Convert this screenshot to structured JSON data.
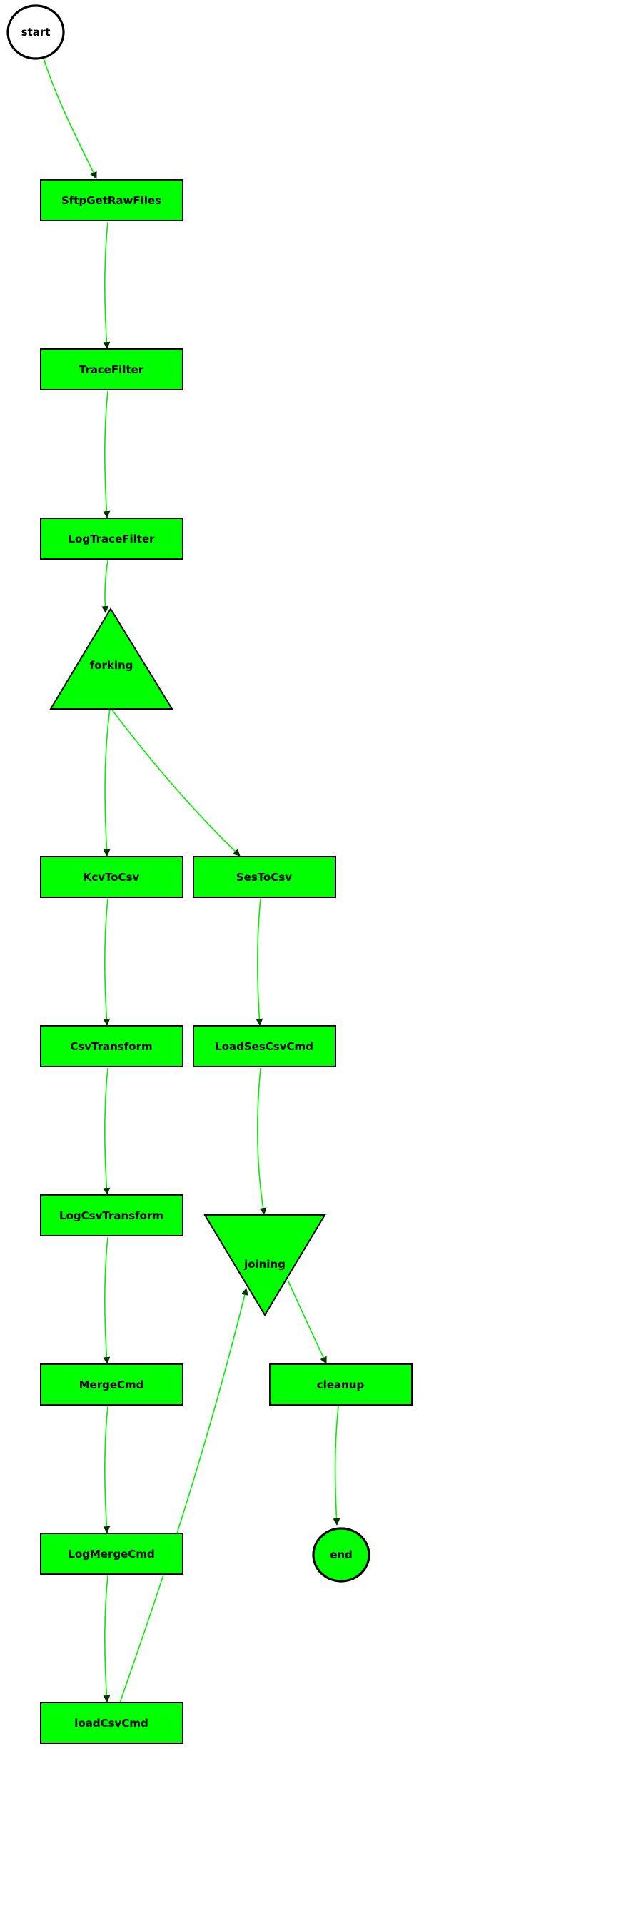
{
  "colors": {
    "node_fill": "#00ff00",
    "node_stroke": "#000000",
    "edge": "#00ee00",
    "arrow": "#003300",
    "background": "#ffffff"
  },
  "nodes": {
    "start": "start",
    "sftp": "SftpGetRawFiles",
    "tracefilter": "TraceFilter",
    "logtracefilter": "LogTraceFilter",
    "forking": "forking",
    "kcvtocsv": "KcvToCsv",
    "sestocsv": "SesToCsv",
    "csvtransform": "CsvTransform",
    "loadsescsvcmd": "LoadSesCsvCmd",
    "logcsvtransform": "LogCsvTransform",
    "joining": "joining",
    "mergecmd": "MergeCmd",
    "cleanup": "cleanup",
    "logmergecmd": "LogMergeCmd",
    "end": "end",
    "loadcsvcmd": "loadCsvCmd"
  },
  "edges": [
    [
      "start",
      "SftpGetRawFiles"
    ],
    [
      "SftpGetRawFiles",
      "TraceFilter"
    ],
    [
      "TraceFilter",
      "LogTraceFilter"
    ],
    [
      "LogTraceFilter",
      "forking"
    ],
    [
      "forking",
      "KcvToCsv"
    ],
    [
      "forking",
      "SesToCsv"
    ],
    [
      "KcvToCsv",
      "CsvTransform"
    ],
    [
      "CsvTransform",
      "LogCsvTransform"
    ],
    [
      "LogCsvTransform",
      "MergeCmd"
    ],
    [
      "MergeCmd",
      "LogMergeCmd"
    ],
    [
      "LogMergeCmd",
      "loadCsvCmd"
    ],
    [
      "loadCsvCmd",
      "joining"
    ],
    [
      "SesToCsv",
      "LoadSesCsvCmd"
    ],
    [
      "LoadSesCsvCmd",
      "joining"
    ],
    [
      "joining",
      "cleanup"
    ],
    [
      "cleanup",
      "end"
    ]
  ]
}
